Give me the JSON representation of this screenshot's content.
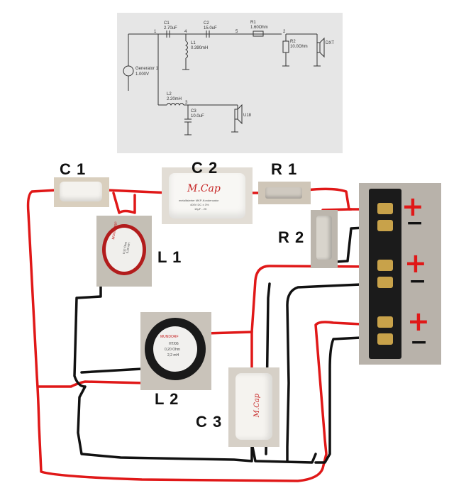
{
  "schematic": {
    "nodes": [
      "1",
      "4",
      "5",
      "2",
      "3"
    ],
    "generator": {
      "label": "Generator 1",
      "value": "1.000V"
    },
    "c1": {
      "label": "C1",
      "value": "2.70uF"
    },
    "l1": {
      "label": "L1",
      "value": "0.390mH"
    },
    "c2": {
      "label": "C2",
      "value": "15.0uF"
    },
    "r1": {
      "label": "R1",
      "value": "1.60Ohm"
    },
    "r2": {
      "label": "R2",
      "value": "10.0Ohm"
    },
    "dxt": {
      "label": "DXT"
    },
    "l2": {
      "label": "L2",
      "value": "2.20mH"
    },
    "c3": {
      "label": "C3",
      "value": "10.0uF"
    },
    "u18": {
      "label": "U18"
    }
  },
  "labels": {
    "c1": "C 1",
    "c2": "C 2",
    "r1": "R 1",
    "r2": "R 2",
    "l1": "L 1",
    "l2": "L 2",
    "c3": "C 3"
  },
  "terminals": {
    "plus": "+",
    "minus": "−"
  },
  "component_print": {
    "l1_lines": [
      "MUNDORF",
      "0,32 Ohm",
      "0,39 mH"
    ],
    "l2_lines": [
      "MUNDORF",
      "HT/06",
      "0,20 Ohm",
      "2,2 mH"
    ],
    "c2_brand": "M.Cap",
    "c2_lines": [
      "metallisierter MKP-Kondensator",
      "400V DC ± 3%",
      "15µF - 25"
    ],
    "c3_brand": "M.Cap"
  },
  "colors": {
    "red_wire": "#e01818",
    "black_wire": "#111111",
    "panel": "#e6e6e6",
    "terminal_block": "#1b1b1b",
    "gold_screw": "#c8a24a"
  }
}
